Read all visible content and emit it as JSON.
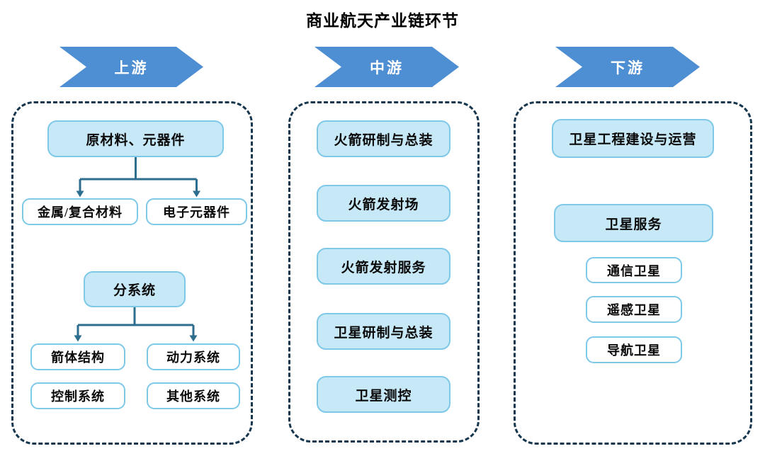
{
  "title": "商业航天产业链环节",
  "colors": {
    "arrow_blue": "#4E8ED3",
    "box_fill": "#C7E8F7",
    "box_border": "#7EC8E8",
    "container_dash": "#16364E",
    "connector": "#2D6E8F"
  },
  "columns": {
    "upstream": {
      "header": "上游",
      "group1": {
        "parent": "原材料、元器件",
        "children": [
          "金属/复合材料",
          "电子元器件"
        ]
      },
      "group2": {
        "parent": "分系统",
        "children": [
          "箭体结构",
          "动力系统",
          "控制系统",
          "其他系统"
        ]
      }
    },
    "midstream": {
      "header": "中游",
      "items": [
        "火箭研制与总装",
        "火箭发射场",
        "火箭发射服务",
        "卫星研制与总装",
        "卫星测控"
      ]
    },
    "downstream": {
      "header": "下游",
      "item1": "卫星工程建设与运营",
      "item2": "卫星服务",
      "sub_items": [
        "通信卫星",
        "遥感卫星",
        "导航卫星"
      ]
    }
  }
}
